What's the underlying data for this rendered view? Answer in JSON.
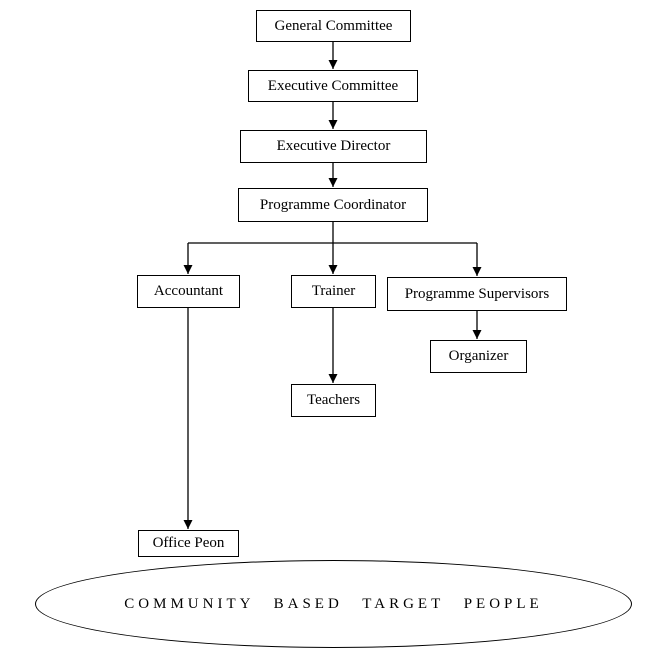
{
  "diagram": {
    "type": "org-chart",
    "colors": {
      "background": "#ffffff",
      "line": "#000000",
      "box_border": "#000000",
      "text": "#000000"
    },
    "nodes": {
      "general_committee": {
        "label": "General Committee"
      },
      "executive_committee": {
        "label": "Executive Committee"
      },
      "executive_director": {
        "label": "Executive Director"
      },
      "programme_coordinator": {
        "label": "Programme Coordinator"
      },
      "accountant": {
        "label": "Accountant"
      },
      "trainer": {
        "label": "Trainer"
      },
      "programme_supervisors": {
        "label": "Programme Supervisors"
      },
      "organizer": {
        "label": "Organizer"
      },
      "teachers": {
        "label": "Teachers"
      },
      "office_peon": {
        "label": "Office Peon"
      },
      "target_people": {
        "label": "COMMUNITY BASED TARGET PEOPLE"
      }
    },
    "edges": [
      {
        "from": "general_committee",
        "to": "executive_committee"
      },
      {
        "from": "executive_committee",
        "to": "executive_director"
      },
      {
        "from": "executive_director",
        "to": "programme_coordinator"
      },
      {
        "from": "programme_coordinator",
        "to": "accountant"
      },
      {
        "from": "programme_coordinator",
        "to": "trainer"
      },
      {
        "from": "programme_coordinator",
        "to": "programme_supervisors"
      },
      {
        "from": "programme_supervisors",
        "to": "organizer"
      },
      {
        "from": "trainer",
        "to": "teachers"
      },
      {
        "from": "accountant",
        "to": "office_peon"
      }
    ]
  }
}
